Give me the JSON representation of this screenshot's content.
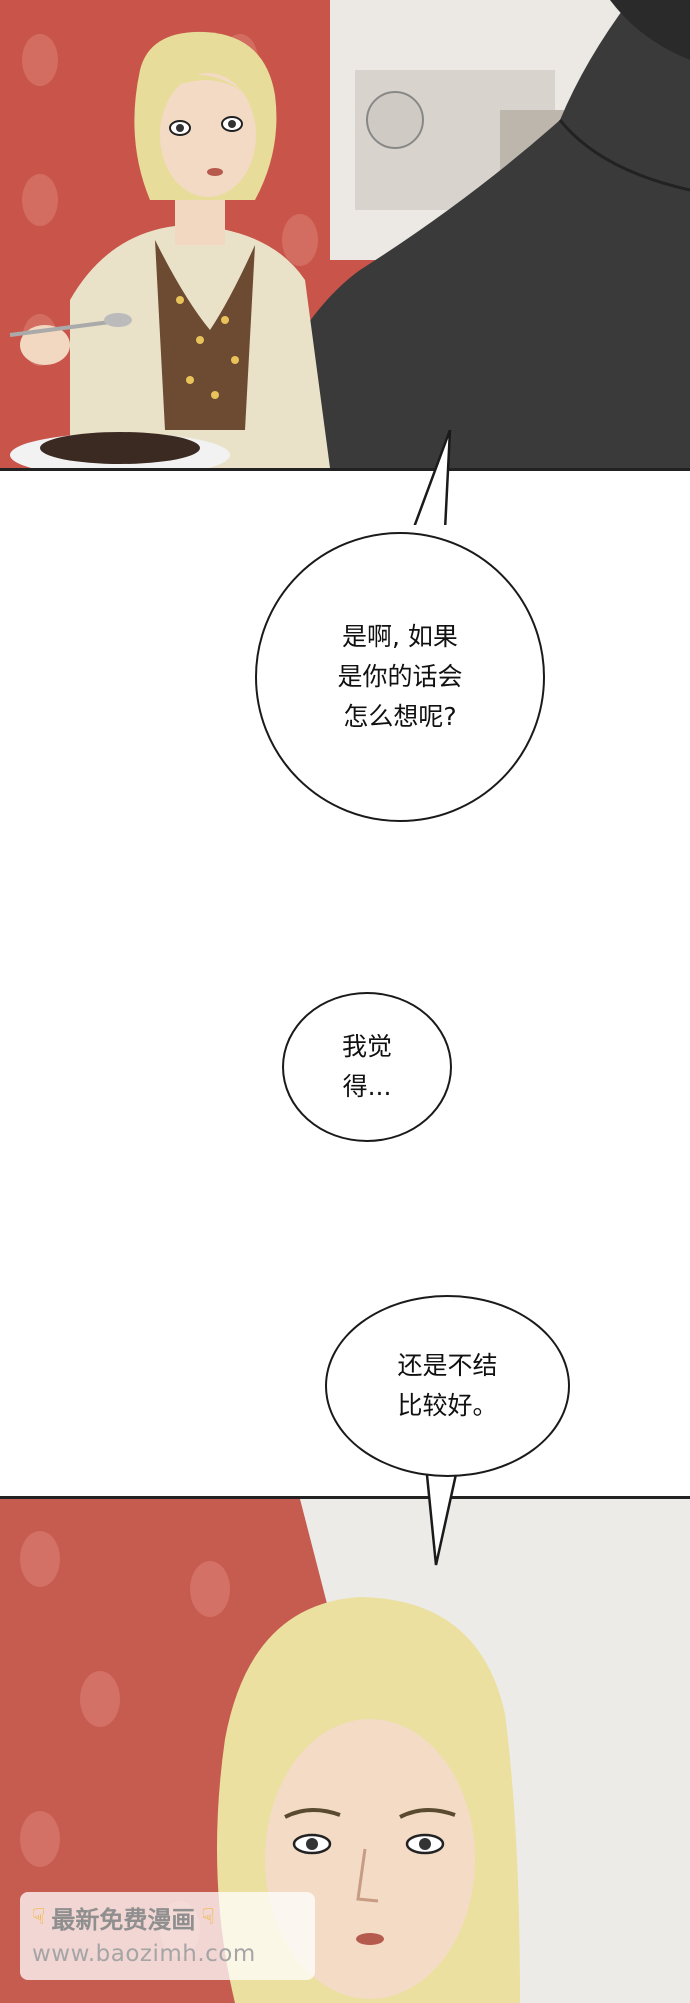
{
  "panels": {
    "top": {
      "description_icon": "comic-panel-woman-eating",
      "colors": {
        "wall": "#c9544a",
        "hair": "#e8dc9a",
        "jacket": "#3a3a3a",
        "cardigan": "#e9e2c8"
      }
    },
    "bottom": {
      "description_icon": "comic-panel-woman-closeup",
      "colors": {
        "wall": "#c65b50",
        "hair": "#ebe0a0"
      }
    }
  },
  "bubbles": {
    "first": {
      "lines": [
        "是啊, 如果",
        "是你的话会",
        "怎么想呢?"
      ]
    },
    "second": {
      "lines": [
        "我觉",
        "得..."
      ]
    },
    "third": {
      "lines": [
        "还是不结",
        "比较好。"
      ]
    }
  },
  "watermark": {
    "title": "最新免费漫画",
    "url": "www.baozimh.com",
    "icon": "pointing-hand-icon"
  }
}
